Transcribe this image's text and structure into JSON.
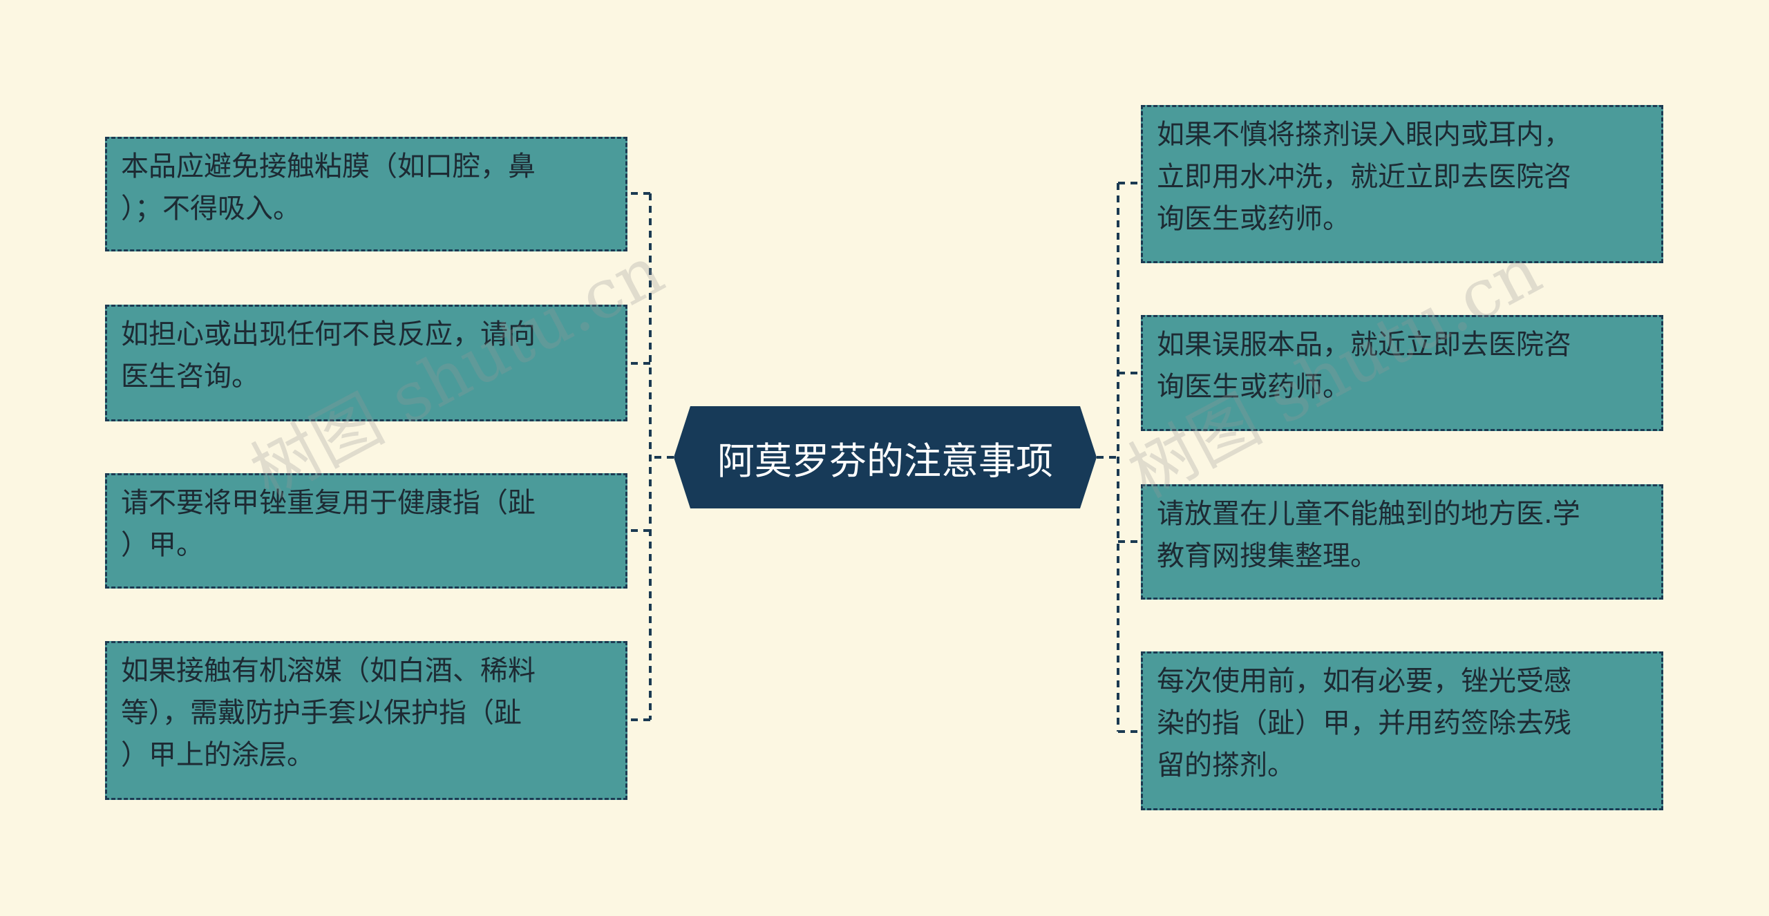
{
  "colors": {
    "background": "#fcf7e2",
    "node_fill": "#4b9b9a",
    "node_border": "#1b3a52",
    "center_fill": "#173a58",
    "connector": "#1b3a52"
  },
  "center": {
    "label": "阿莫罗芬的注意事项"
  },
  "left_nodes": [
    {
      "text": "本品应避免接触粘膜（如口腔，鼻\n）；不得吸入。"
    },
    {
      "text": "如担心或出现任何不良反应，请向\n医生咨询。"
    },
    {
      "text": "请不要将甲锉重复用于健康指（趾\n）甲。"
    },
    {
      "text": "如果接触有机溶媒（如白酒、稀料\n等），需戴防护手套以保护指（趾\n）甲上的涂层。"
    }
  ],
  "right_nodes": [
    {
      "text": "如果不慎将搽剂误入眼内或耳内，\n立即用水冲洗，就近立即去医院咨\n询医生或药师。"
    },
    {
      "text": "如果误服本品，就近立即去医院咨\n询医生或药师。"
    },
    {
      "text": "请放置在儿童不能触到的地方医.学\n教育网搜集整理。"
    },
    {
      "text": "每次使用前，如有必要，锉光受感\n染的指（趾）甲，并用药签除去残\n留的搽剂。"
    }
  ],
  "watermark": {
    "text": "树图 shutu.cn"
  }
}
